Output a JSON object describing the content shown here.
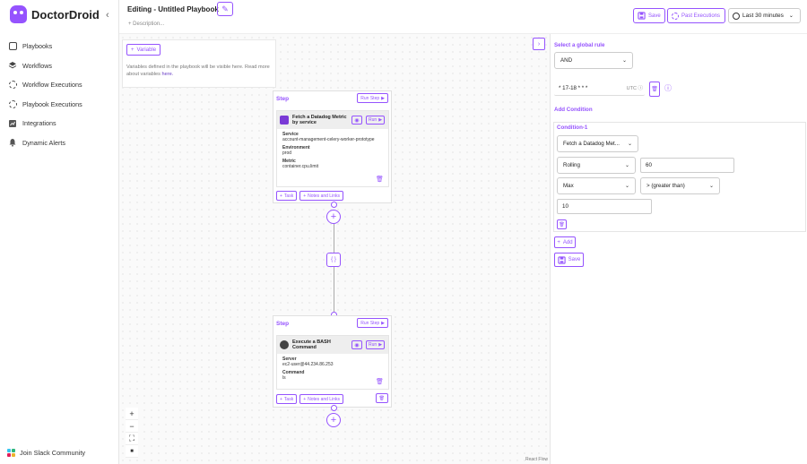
{
  "sidebar": {
    "logo_text": "DoctorDroid",
    "collapse_icon": "‹",
    "items": [
      {
        "label": "Playbooks",
        "icon": "playbooks-icon"
      },
      {
        "label": "Workflows",
        "icon": "layers-icon"
      },
      {
        "label": "Workflow Executions",
        "icon": "execution-icon"
      },
      {
        "label": "Playbook Executions",
        "icon": "execution-icon"
      },
      {
        "label": "Integrations",
        "icon": "integrations-icon"
      },
      {
        "label": "Dynamic Alerts",
        "icon": "bell-icon"
      }
    ],
    "slack_label": "Join Slack Community"
  },
  "header": {
    "title": "Editing - Untitled Playbook",
    "description_placeholder": "+ Description...",
    "save_label": "Save",
    "past_executions_label": "Past Executions",
    "time_range_label": "Last 30 minutes"
  },
  "canvas": {
    "variable_button": "Variable",
    "variable_help": "Variables defined in the playbook will be visible here. Read more about variables ",
    "variable_help_link": "here.",
    "brace_label": "{ }",
    "react_flow_label": "React Flow",
    "zoom_in": "+",
    "zoom_out": "−",
    "fit_view": "⛶",
    "lock": "🔒",
    "steps": [
      {
        "label": "Step",
        "run_step_label": "Run Step",
        "task_title": "Fetch a Datadog Metric by service",
        "run_label": "Run",
        "fields": [
          {
            "key": "Service",
            "value": "account-management-celery-worker-prototype"
          },
          {
            "key": "Environment",
            "value": "prod"
          },
          {
            "key": "Metric",
            "value": "container.cpu.limit"
          }
        ],
        "task_button": "Task",
        "notes_button": "Notes and Links"
      },
      {
        "label": "Step",
        "run_step_label": "Run Step",
        "task_title": "Execute a BASH Command",
        "run_label": "Run",
        "fields": [
          {
            "key": "Server",
            "value": "ec2-user@44.234.86.253"
          },
          {
            "key": "Command",
            "value": "ls"
          }
        ],
        "task_button": "Task",
        "notes_button": "Notes and Links"
      }
    ]
  },
  "rule_panel": {
    "global_rule_label": "Select a global rule",
    "global_rule_value": "AND",
    "cron_value": "* 17-18 * * *",
    "timezone": "UTC",
    "add_condition_label": "Add Condition",
    "condition_title": "Condition-1",
    "task_select": "Fetch a Datadog Met...",
    "window_select": "Rolling",
    "window_value": "60",
    "function_select": "Max",
    "operator_select": "> (greater than)",
    "threshold_value": "10",
    "add_label": "Add",
    "save_label": "Save"
  },
  "colors": {
    "accent": "#9553fe"
  }
}
